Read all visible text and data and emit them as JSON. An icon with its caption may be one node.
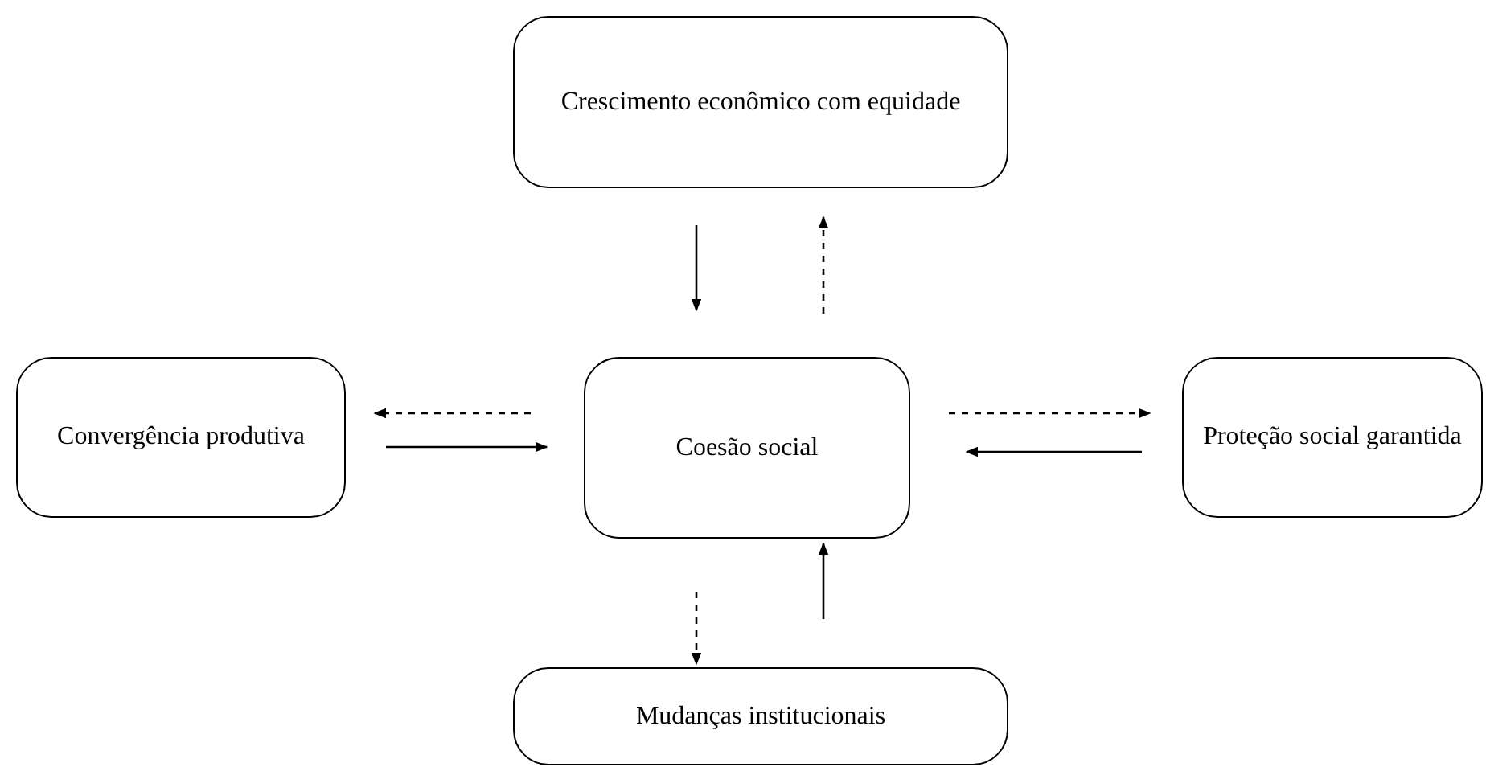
{
  "diagram": {
    "nodes": [
      {
        "text": [
          "Crescimento econômico com equidade"
        ]
      },
      {
        "text": [
          "Convergência produtiva"
        ]
      },
      {
        "text": [
          "Coesão social"
        ]
      },
      {
        "text": [
          "Proteção social garantida"
        ]
      },
      {
        "text": [
          "Mudanças institucionais"
        ]
      }
    ],
    "edges": [
      {
        "from": 0,
        "to": 2,
        "arrow": "to"
      },
      {
        "from": 2,
        "to": 0,
        "arrow": "to",
        "style": "dashed"
      },
      {
        "from": 2,
        "to": 1,
        "arrow": "to",
        "style": "dashed"
      },
      {
        "from": 1,
        "to": 2,
        "arrow": "to"
      },
      {
        "from": 2,
        "to": 3,
        "arrow": "to",
        "style": "dashed"
      },
      {
        "from": 3,
        "to": 2,
        "arrow": "to"
      },
      {
        "from": 2,
        "to": 4,
        "arrow": "to",
        "style": "dashed"
      },
      {
        "from": 4,
        "to": 2,
        "arrow": "to"
      }
    ]
  }
}
